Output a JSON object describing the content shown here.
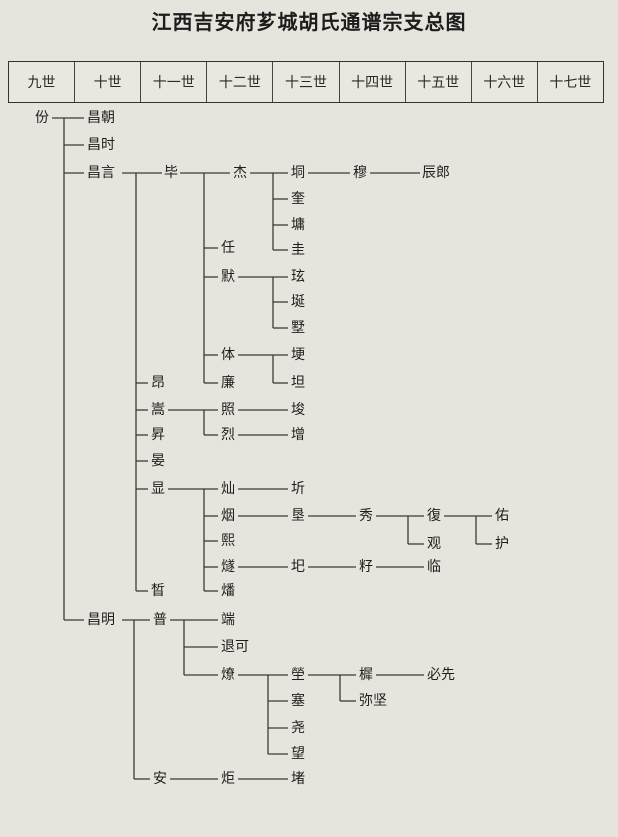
{
  "title": "江西吉安府芗城胡氏通谱宗支总图",
  "generations": [
    "九世",
    "十世",
    "十一世",
    "十二世",
    "十三世",
    "十四世",
    "十五世",
    "十六世",
    "十七世"
  ],
  "names": {
    "fen": "份",
    "changchao": "昌朝",
    "changshi": "昌时",
    "changyan": "昌言",
    "bi": "毕",
    "jie": "杰",
    "jiong": "垌",
    "mu": "穆",
    "chenlang": "辰郎",
    "kui": "奎",
    "yong": "墉",
    "gui": "圭",
    "ren": "任",
    "mo": "默",
    "hong": "玹",
    "ting": "埏",
    "ye": "墅",
    "ti": "体",
    "kun": "埂",
    "lian": "廉",
    "tan": "坦",
    "ang": "昂",
    "song": "嵩",
    "zhao": "照",
    "jun": "埈",
    "sheng": "昇",
    "zeng": "增",
    "lie": "烈",
    "yan": "晏",
    "xian": "显",
    "can": "灿",
    "qi": "圻",
    "yin": "烟",
    "zhi": "垦",
    "xiu": "秀",
    "fu": "復",
    "you": "佑",
    "guan": "观",
    "hu": "护",
    "xi": "熙",
    "sui": "燧",
    "si": "圯",
    "zi": "籽",
    "lin": "临",
    "fan": "燔",
    "zhe": "晳",
    "changming": "昌明",
    "pu": "普",
    "duan": "端",
    "tuike": "退可",
    "liao": "燎",
    "qiong": "塋",
    "hui": "樨",
    "bixian": "必先",
    "sai": "塞",
    "mijian": "弥坚",
    "yao": "尧",
    "wang": "望",
    "an": "安",
    "ju": "炬",
    "du": "堵"
  }
}
